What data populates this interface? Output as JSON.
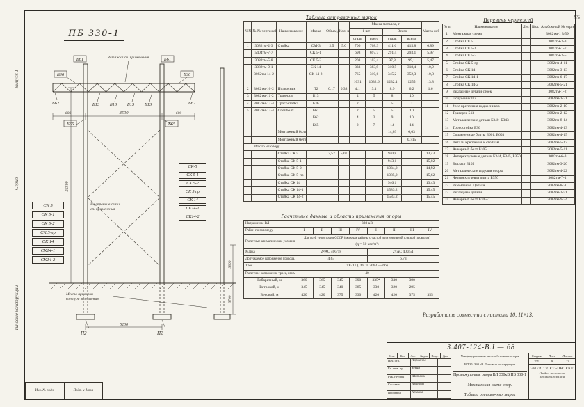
{
  "page": {
    "page_number": "65",
    "note": "Разработать совместно  с листами 10, 11÷13.",
    "margin_label_top": "Выпуск 1",
    "margin_label_mid": "Серия",
    "margin_label_bottom": "Типовые конструкции",
    "corner_stamp_left": "Инв. № подл.",
    "corner_stamp_right": "Подп. и дата"
  },
  "drawing": {
    "title": "ПБ 330-1",
    "labels": {
      "b36": "Б36",
      "b61": "Б61",
      "b62": "Б62",
      "b13": "Б13",
      "b65": "Б65",
      "tie_note": "Затяжка сп. применения",
      "braces_note_1": "Внутренние связи",
      "braces_note_2": "сп. применения",
      "ground_note_1": "Место приварки",
      "ground_note_2": "контура заземления",
      "footing": "П2"
    },
    "dimensions": {
      "span": "8500",
      "end_left": "600",
      "end_right": "600",
      "base": "5200",
      "embed": "3300",
      "lower": "3700",
      "total": "26500"
    },
    "marks_left": [
      "СК 5",
      "СК 5-1",
      "СК 5-2",
      "СК 5·пр",
      "СК 14",
      "СК14-1",
      "СК14-2"
    ],
    "marks_right": [
      "СК-5",
      "СК 5-1",
      "СК 5-2",
      "СК 5·пр",
      "СК 14",
      "СК14-1",
      "СК14-2"
    ]
  },
  "shipping": {
    "title": "Таблица отправочных марок",
    "header": {
      "num": "№№ пп",
      "dwg": "№ № чертежей",
      "name": "Наименование",
      "mark": "Марка",
      "vol": "Объем, м³",
      "qty": "Кол. шт.",
      "mass_group": "Масса металла, т",
      "one": "1 шт",
      "total": "Всего",
      "steel1": "сталь",
      "all1": "всего",
      "steel2": "сталь",
      "all2": "всего",
      "rc": "Масса ж.б., т"
    },
    "rows": [
      [
        "1",
        "3082тм-2·3",
        "Стойка",
        "СМ-3",
        "2,5",
        "5,0",
        "706",
        "708,3",
        "411,6",
        "415,8",
        "6,89"
      ],
      [
        "",
        "5404тм-7·7",
        "",
        "СК 5-1",
        "",
        "",
        "698",
        "697,7",
        "291,4",
        "293,1",
        "5,97"
      ],
      [
        "",
        "3082тм-5·8",
        "",
        "СК 5-2",
        "",
        "",
        "208",
        "103,4",
        "97,3",
        "99,1",
        "5,47"
      ],
      [
        "",
        "3082тм-9·1",
        "",
        "СК 14",
        "",
        "",
        "333",
        "383,9",
        "310,5",
        "318,4",
        "10,9"
      ],
      [
        "",
        "3082тм-14·2",
        "",
        "СК 14-2",
        "",
        "",
        "765",
        "310,6",
        "345,2",
        "352,3",
        "10,8"
      ],
      [
        "",
        "",
        "",
        "",
        "",
        "",
        "1031",
        "1032,6",
        "1232,1",
        "1255",
        "13,8"
      ],
      [
        "2",
        "3082тм-10·2",
        "Подкосник",
        "П2",
        "0,17",
        "0,38",
        "4,1",
        "3,1",
        "8,9",
        "6,2",
        "1,6"
      ],
      [
        "3",
        "3082тм-11·2",
        "Траверса",
        "Б13",
        "",
        "",
        "4",
        "5",
        "8",
        "10",
        ""
      ],
      [
        "4",
        "3082тм-12·4",
        "Тросостойка",
        "Б36",
        "",
        "",
        "2",
        "",
        "5",
        "7",
        ""
      ],
      [
        "5",
        "3082тм-13·4",
        "Спецболт",
        "Б61",
        "",
        "",
        "2",
        "5",
        "5",
        "10",
        ""
      ],
      [
        "",
        "",
        "",
        "Б62",
        "",
        "",
        "4",
        "3",
        "9",
        "10",
        ""
      ],
      [
        "",
        "",
        "",
        "Б65",
        "",
        "",
        "2",
        "7",
        "14",
        "14",
        ""
      ],
      [
        "",
        "",
        "Монтажный болт",
        "",
        "",
        "",
        "",
        "",
        "14,03",
        "6,03",
        ""
      ],
      [
        "",
        "",
        "Монтажный металл",
        "",
        "",
        "",
        "",
        "",
        "",
        "0,715",
        ""
      ]
    ],
    "totals_label": "Итого на опору",
    "total_rows": [
      [
        "",
        "",
        "Стойка СК 5",
        "",
        "2,52",
        "5,07",
        "",
        "",
        "940,8",
        "",
        "13,43"
      ],
      [
        "",
        "",
        "Стойка СК 5-1",
        "",
        "",
        "",
        "",
        "",
        "943,1",
        "",
        "15,02"
      ],
      [
        "",
        "",
        "Стойка СК 5-2",
        "",
        "",
        "",
        "",
        "",
        "1034,2",
        "",
        "14,92"
      ],
      [
        "",
        "",
        "Стойка СК 5-пр",
        "",
        "",
        "",
        "",
        "",
        "1085,2",
        "",
        "15,62"
      ],
      [
        "",
        "",
        "Стойка СК 14",
        "",
        "",
        "",
        "",
        "",
        "946,1",
        "",
        "13,43"
      ],
      [
        "",
        "",
        "Стойка СК 14-1",
        "",
        "",
        "",
        "",
        "",
        "1583,2",
        "",
        "15,45"
      ],
      [
        "",
        "",
        "Стойка СК 14-2",
        "",
        "",
        "",
        "",
        "",
        "1583,2",
        "",
        "15,45"
      ]
    ]
  },
  "drawings_list": {
    "title": "Перечень чертежей",
    "header": {
      "num": "№ пп",
      "name": "Наименование",
      "sheet": "Лист",
      "qty": "Кол.",
      "code": "Альбомный № чертежа"
    },
    "rows": [
      [
        "1",
        "Монтажная схема",
        "",
        "",
        "3082тм-1 3/59"
      ],
      [
        "2",
        "Стойка СК 5",
        "",
        "",
        "3082тм-3-3"
      ],
      [
        "3",
        "Стойка СК 5-1",
        "",
        "",
        "3082тм-1-7"
      ],
      [
        "4",
        "Стойка СК 5-2",
        "",
        "",
        "3082тм-3-5"
      ],
      [
        "5",
        "Стойка СК 5-пр",
        "",
        "",
        "3082тм-4-11"
      ],
      [
        "6",
        "Стойка СК 14",
        "",
        "",
        "3082тм-3-13"
      ],
      [
        "7",
        "Стойка СК 14-1",
        "",
        "",
        "3082тм-6-17"
      ],
      [
        "8",
        "Стойка СК 14-2",
        "",
        "",
        "3082тм-5-21"
      ],
      [
        "9",
        "Закладные детали стоек",
        "",
        "",
        "3082тм-1-2"
      ],
      [
        "10",
        "Подкосник П2",
        "",
        "",
        "3082тм-1-21"
      ],
      [
        "11",
        "Узел крепления подкосников",
        "",
        "",
        "3082тм-2-10"
      ],
      [
        "12",
        "Траверса Б13",
        "",
        "",
        "3082тм-2-12"
      ],
      [
        "13",
        "Металлические детали Б340–Б343",
        "",
        "",
        "3082тм-8-14"
      ],
      [
        "14",
        "Тросостойка Б36",
        "",
        "",
        "3082тм-4-13"
      ],
      [
        "15",
        "Сочлененные болты Б601, Б603",
        "",
        "",
        "3082тм-4-15"
      ],
      [
        "16",
        "Детали крепления к стойкам",
        "",
        "",
        "3082тм-5-17"
      ],
      [
        "17",
        "Анкерный болт Б105",
        "",
        "",
        "3082тм-5-11"
      ],
      [
        "18",
        "Четырехлучевые детали Б344, Б345, Б350",
        "",
        "",
        "3082тм-6-3"
      ],
      [
        "19",
        "Балласт Б105",
        "",
        "",
        "3082тм-3-20"
      ],
      [
        "20",
        "Металлические изделия опоры",
        "",
        "",
        "3082тм-4-22"
      ],
      [
        "21",
        "Четырехлучевая плита Б350",
        "",
        "",
        "3082тм-7-1"
      ],
      [
        "22",
        "Заземление. Детали",
        "",
        "",
        "3082тм-8-30"
      ],
      [
        "23",
        "Закладные детали",
        "",
        "",
        "3082тм-2-51"
      ],
      [
        "24",
        "Анкерный болт Б105-1",
        "",
        "",
        "3082тм-9-34"
      ]
    ]
  },
  "calc": {
    "title": "Расчетные данные и область применения опоры",
    "voltage_label": "Напряжение ВЛ",
    "voltage_value": "330 кВ",
    "region_label": "Район по гололеду",
    "regions": [
      "I",
      "II",
      "III",
      "IV",
      "I",
      "II",
      "III",
      "IV"
    ],
    "climate_label": "Расчетные климатические условия",
    "climate_text": "Для всей территории СССР (включая районы с частой и интенсивной пляской проводов)",
    "climate_q": "(q = 50 кгс/м²)",
    "wire_label": "Марка",
    "wire_left": "2×АС 400/18",
    "wire_right": "2×АС 400/51",
    "sigma_label": "Допускаемое напряжение провода, кгс/мм²",
    "sigma_left": "4,63",
    "sigma_right": "6,73",
    "cable_label": "Трос",
    "cable_value": "ТК-11 (ГОСТ 3063 — 66)",
    "cable_sigma_label": "Расчетное напряжение троса, кгс/мм²",
    "cable_sigma_value": "40",
    "span_rows": [
      [
        "Габаритный, м",
        "360",
        "365",
        "345",
        "390",
        "335*",
        "330",
        "390",
        ""
      ],
      [
        "Ветровой, м",
        "345",
        "345",
        "340",
        "385",
        "330",
        "320",
        "295",
        ""
      ],
      [
        "Весовой, м",
        "420",
        "420",
        "375",
        "330",
        "420",
        "420",
        "375",
        "355"
      ]
    ]
  },
  "title_block": {
    "code": "3.407-124-В.I — 68",
    "series_1": "Унифицированные железобетонные опоры",
    "series_2": "ВЛ 35–330 кВ. Типовые конструкции",
    "object_line": "Промежуточная опора ВЛ 330кВ  ПБ 330-1",
    "sheet_title_1": "Монтажная схема опор.",
    "sheet_title_2": "Таблица отправочных марок",
    "org_1": "ЭНЕРГОСЕТЬПРОЕКТ",
    "org_2": "Отдел типового проектирования",
    "stage_label": "Стадия",
    "sheet_label": "Лист",
    "sheets_label": "Листов",
    "stage_value": "ТП",
    "sheet_value": "9",
    "sheets_value": "13",
    "cols": [
      "Изм.",
      "Кол.",
      "Лист",
      "№ док.",
      "Подп.",
      "Дата"
    ],
    "sign_rows": [
      [
        "Нач. отд.",
        "Ларионов"
      ],
      [
        "Гл. инж. пр.",
        "Зевин"
      ],
      [
        "Рук. группы",
        "Шитман"
      ],
      [
        "Составил",
        "Иванова"
      ],
      [
        "Проверил",
        "Крюков"
      ]
    ]
  }
}
